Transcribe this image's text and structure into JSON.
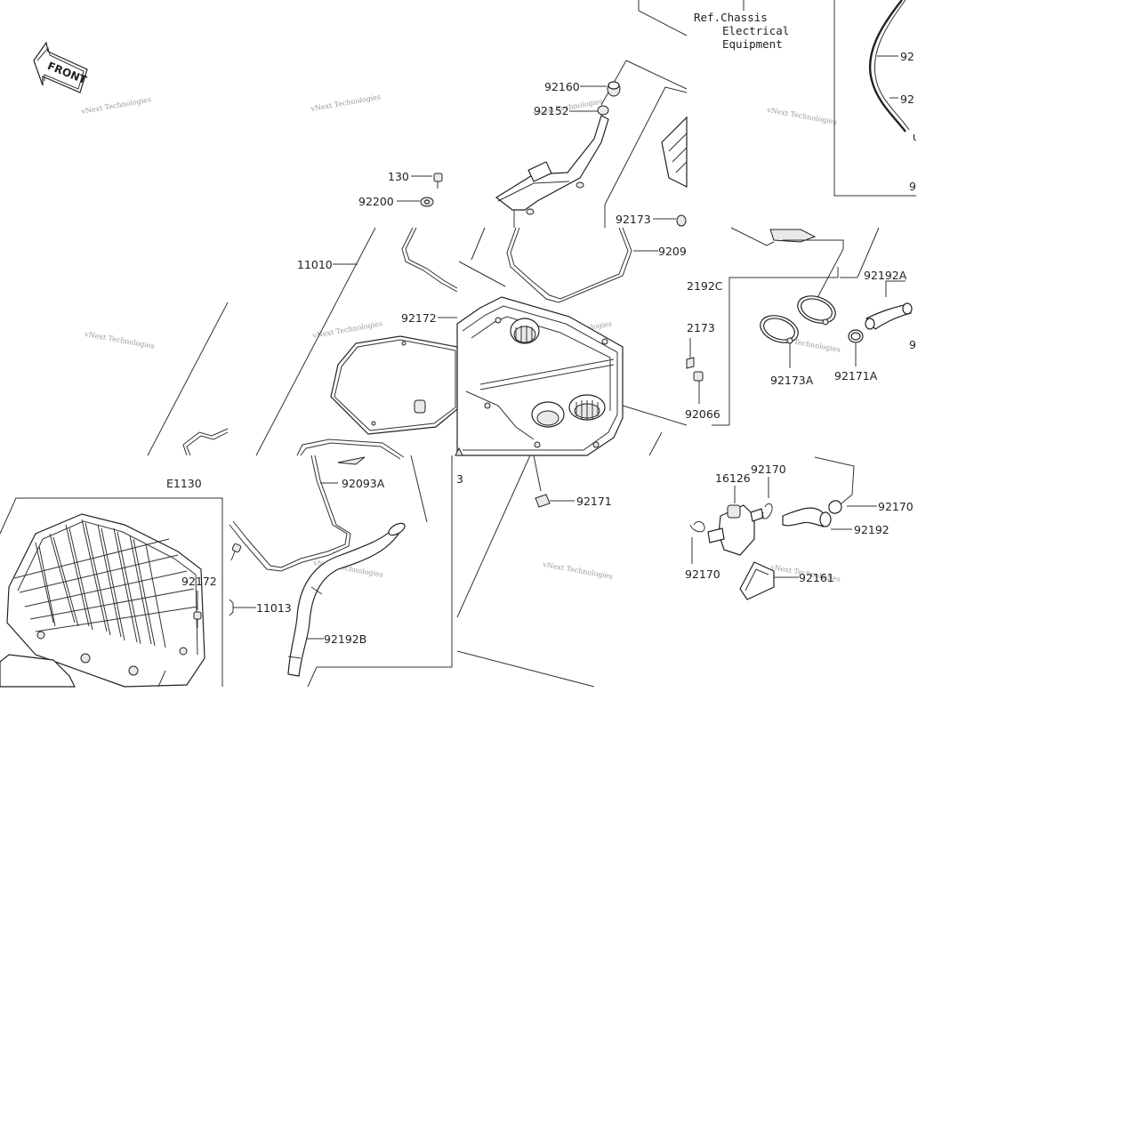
{
  "front_badge": "FRONT",
  "reference_note": [
    "Ref.Chassis",
    "Electrical",
    "Equipment"
  ],
  "watermark": "vNext Technologies",
  "part_labels": {
    "p92160": "92160",
    "p92152": "92152",
    "p130": "130",
    "p92200": "92200",
    "p11010": "11010",
    "p92172": "92172",
    "p92173_top": "92173",
    "p92093": "9209",
    "p92192C": "2192C",
    "p92173_mid": "2173",
    "p92066": "92066",
    "p92192A": "92192A",
    "p92173A": "92173A",
    "p92171A": "92171A",
    "p9_mid": "9",
    "p92_top1": "92",
    "p92_top2": "92",
    "p9_top": "9",
    "pE1130": "E1130",
    "p92093A": "92093A",
    "p3": "3",
    "p92171": "92171",
    "p92172_low": "92172",
    "p11013": "11013",
    "p92192B": "92192B",
    "p16126": "16126",
    "p92170_a": "92170",
    "p92170_b": "92170",
    "p92192": "92192",
    "p92170_c": "92170",
    "p92161": "92161"
  }
}
